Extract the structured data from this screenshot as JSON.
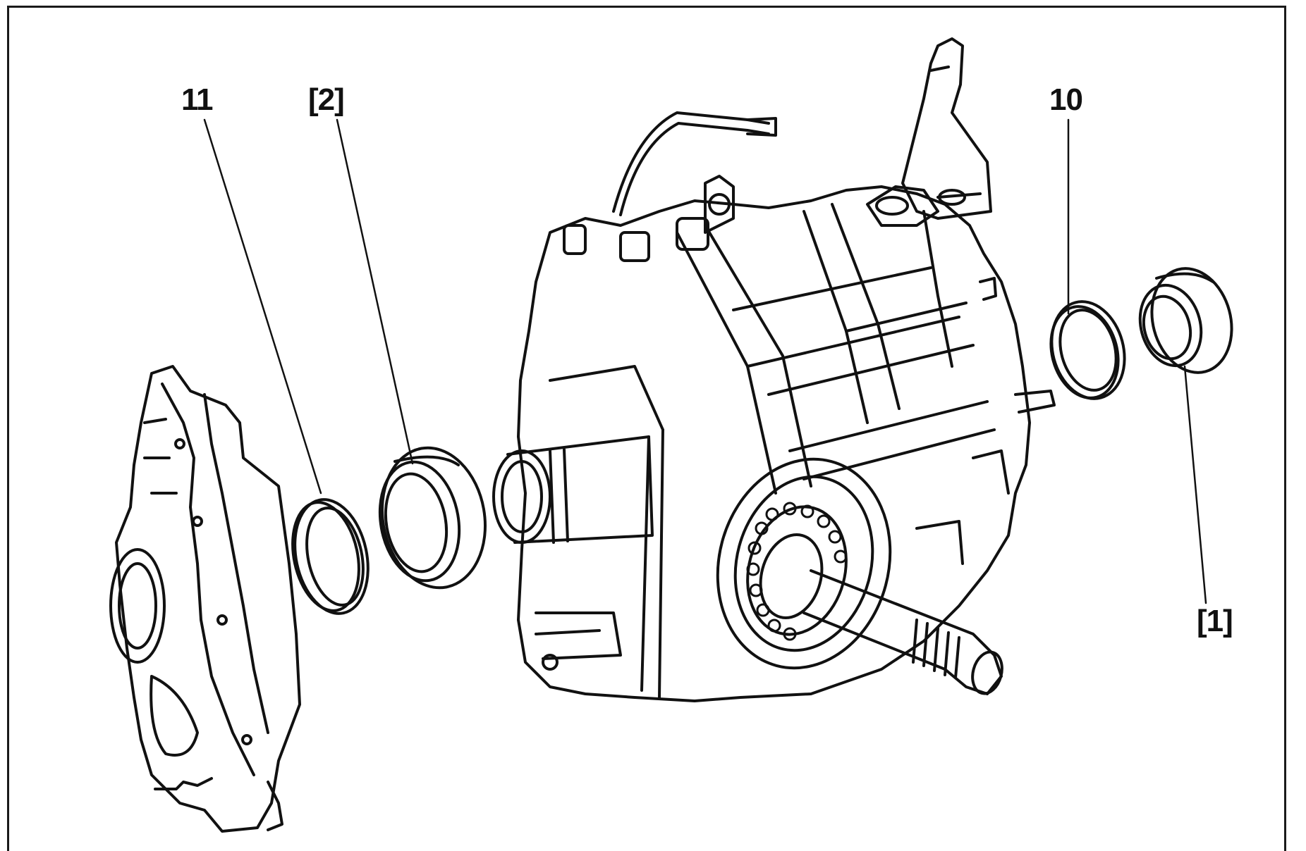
{
  "diagram": {
    "callouts": {
      "part_11": "11",
      "tool_2": "[2]",
      "part_10": "10",
      "tool_1": "[1]"
    }
  }
}
